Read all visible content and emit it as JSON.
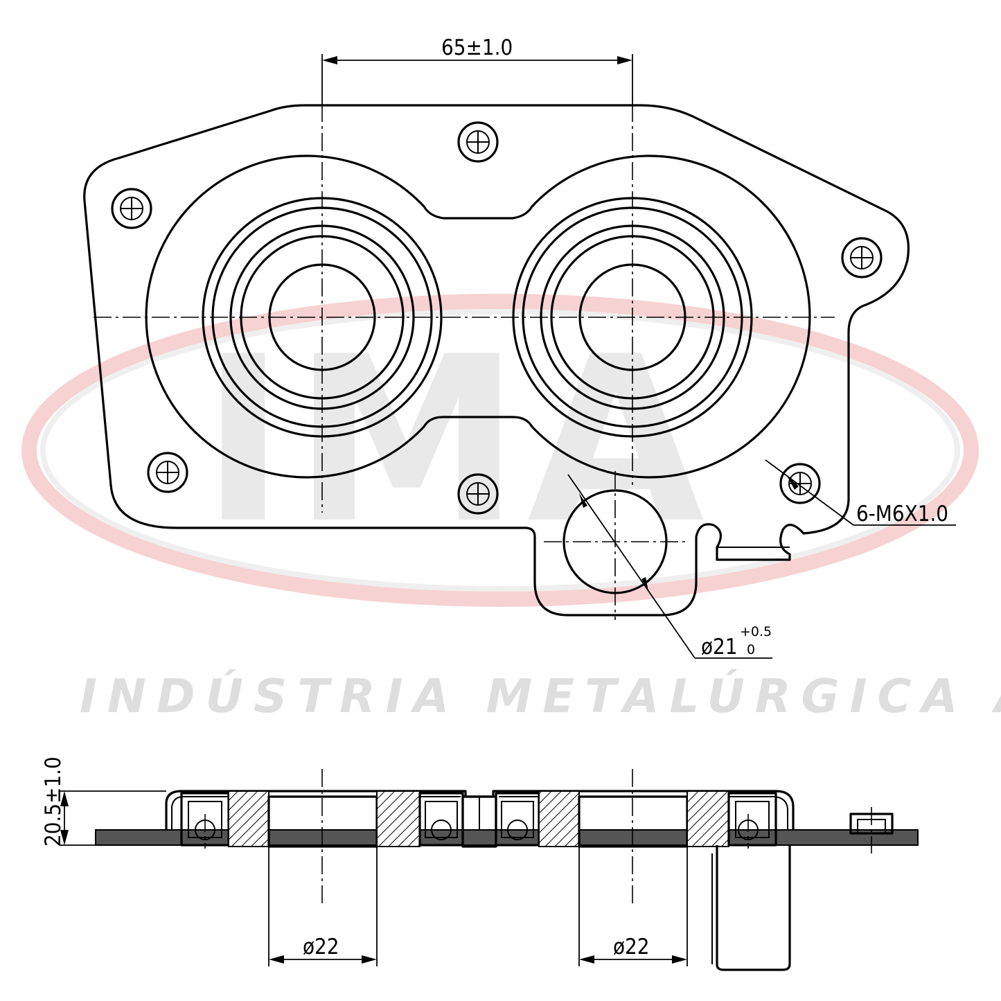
{
  "watermark": {
    "logo": "IMA",
    "company": "INDÚSTRIA METALÚRGICA ALLI",
    "colors": {
      "ring": "#f6cfcf",
      "text": "#dedede",
      "logo": "#e9e9e9"
    }
  },
  "dimensions": {
    "center_distance": "65±1.0",
    "thread_spec": "6-M6X1.0",
    "hole_diameter_main": "ø21",
    "hole_tol_upper": "+0.5",
    "hole_tol_lower": "0",
    "height": "20.5±1.0",
    "bore_left": "ø22",
    "bore_right": "ø22"
  }
}
